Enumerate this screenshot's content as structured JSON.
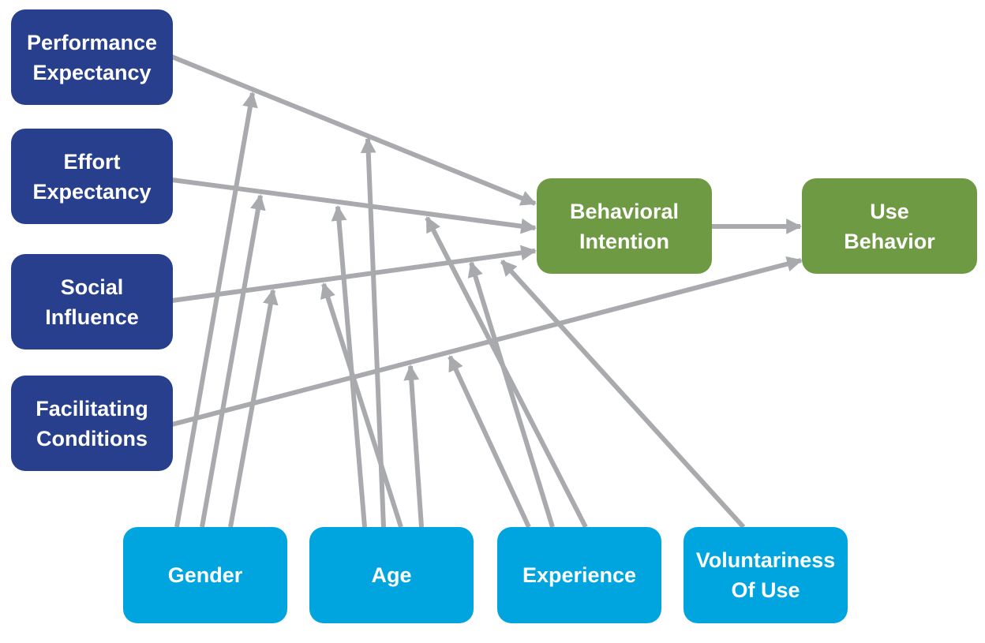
{
  "predictors": [
    {
      "id": "pe",
      "lines": [
        "Performance",
        "Expectancy"
      ]
    },
    {
      "id": "ee",
      "lines": [
        "Effort",
        "Expectancy"
      ]
    },
    {
      "id": "si",
      "lines": [
        "Social",
        "Influence"
      ]
    },
    {
      "id": "fc",
      "lines": [
        "Facilitating",
        "Conditions"
      ]
    }
  ],
  "outcomes": [
    {
      "id": "bi",
      "lines": [
        "Behavioral",
        "Intention"
      ]
    },
    {
      "id": "ub",
      "lines": [
        "Use",
        "Behavior"
      ]
    }
  ],
  "moderators": [
    {
      "id": "gender",
      "lines": [
        "Gender"
      ]
    },
    {
      "id": "age",
      "lines": [
        "Age"
      ]
    },
    {
      "id": "experience",
      "lines": [
        "Experience"
      ]
    },
    {
      "id": "voluntariness",
      "lines": [
        "Voluntariness",
        "Of Use"
      ]
    }
  ],
  "colors": {
    "predictor": "#283f8e",
    "outcome": "#6e9a43",
    "moderator": "#00a5e0",
    "arrow": "#a9aaad"
  }
}
